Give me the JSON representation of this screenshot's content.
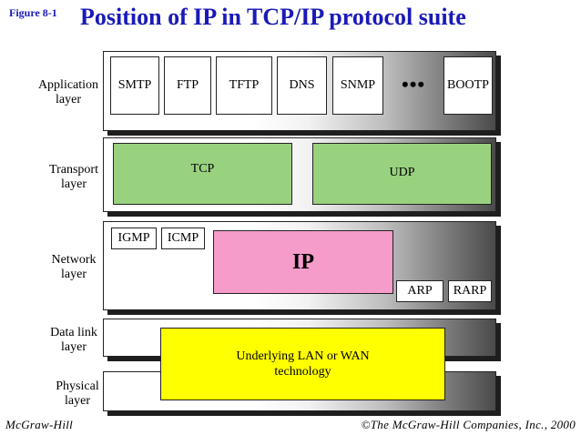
{
  "header": {
    "figure_label": "Figure  8-1",
    "title": "Position of IP in TCP/IP protocol suite"
  },
  "layers": {
    "application": {
      "line1": "Application",
      "line2": "layer"
    },
    "transport": {
      "line1": "Transport",
      "line2": "layer"
    },
    "network": {
      "line1": "Network",
      "line2": "layer"
    },
    "datalink": {
      "line1": "Data link",
      "line2": "layer"
    },
    "physical": {
      "line1": "Physical",
      "line2": "layer"
    }
  },
  "application_protocols": [
    "SMTP",
    "FTP",
    "TFTP",
    "DNS",
    "SNMP"
  ],
  "application_ellipsis": "•••",
  "application_last": "BOOTP",
  "transport_protocols": [
    "TCP",
    "UDP"
  ],
  "network": {
    "igmp": "IGMP",
    "icmp": "ICMP",
    "ip": "IP",
    "arp": "ARP",
    "rarp": "RARP"
  },
  "underlying": {
    "line1": "Underlying LAN or WAN",
    "line2": "technology"
  },
  "footer": {
    "left": "McGraw-Hill",
    "right": "©The McGraw-Hill Companies, Inc., 2000"
  },
  "colors": {
    "title": "#1a1ab8",
    "transport_box": "#99d27f",
    "ip_box": "#f59ccb",
    "underlying_box": "#ffff00"
  }
}
